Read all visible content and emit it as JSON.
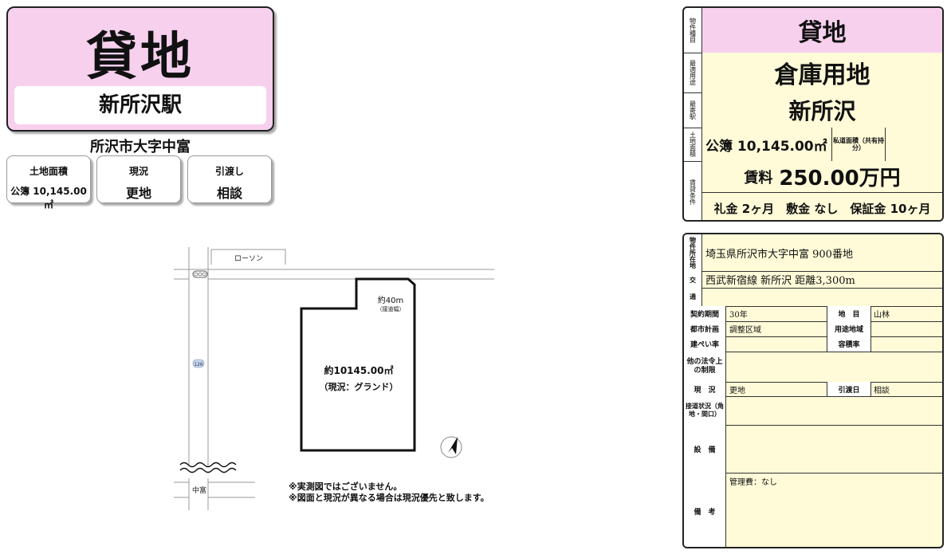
{
  "header": {
    "category": "貸地",
    "station": "新所沢駅",
    "address_short": "所沢市大字中富"
  },
  "summary_cards": [
    {
      "label": "土地面積",
      "value": "公簿 10,145.00㎡"
    },
    {
      "label": "現況",
      "value": "更地"
    },
    {
      "label": "引渡し",
      "value": "相談"
    }
  ],
  "map": {
    "store_label": "ローソン",
    "frontage_label": "約40m",
    "frontage_sub": "（接道幅）",
    "area_label": "約10145.00㎡",
    "status_label": "（現況：グランド）",
    "route_label": "126",
    "place_label": "中富",
    "note1": "※実測図ではございません。",
    "note2": "※図面と現況が異なる場合は現況優先と致します。"
  },
  "summary_table": {
    "type_cap": "物件種目",
    "type_val": "貸地",
    "use_cap": "最適用途",
    "use_val": "倉庫用地",
    "station_cap": "最寄駅",
    "station_val": "新所沢",
    "area_cap": "土地面積",
    "area_val": "公簿 10,145.00㎡",
    "private_road": "私道面積（共有持分）",
    "lease_cap": "賃貸条件",
    "rent_label": "賃料",
    "rent_val": "250.00万円",
    "terms": "礼金 2ヶ月　敷金 なし　保証金 10ヶ月"
  },
  "detail_table": {
    "location_cap": "物件所在地",
    "location_val": "埼玉県所沢市大字中富 900番地",
    "traffic_cap1": "交",
    "traffic_cap2": "通",
    "traffic_val": "西武新宿線 新所沢 距離3,300m",
    "contract_cap": "契約期間",
    "contract_val": "30年",
    "chimoku_cap": "地　目",
    "chimoku_val": "山林",
    "city_cap": "都市計画",
    "city_val": "調整区域",
    "zone_cap": "用途地域",
    "zone_val": "",
    "bcr_cap": "建ぺい率",
    "bcr_val": "",
    "far_cap": "容積率",
    "far_val": "",
    "legal_cap": "他の法令上の制限",
    "legal_val": "",
    "status_cap": "現　況",
    "status_val": "更地",
    "handover_cap": "引渡日",
    "handover_val": "相談",
    "road_cap": "接道状況（角地・間口）",
    "road_val": "",
    "facility_cap": "設　備",
    "facility_val": "",
    "remarks_cap": "備　考",
    "remarks_val": "管理費：なし"
  }
}
